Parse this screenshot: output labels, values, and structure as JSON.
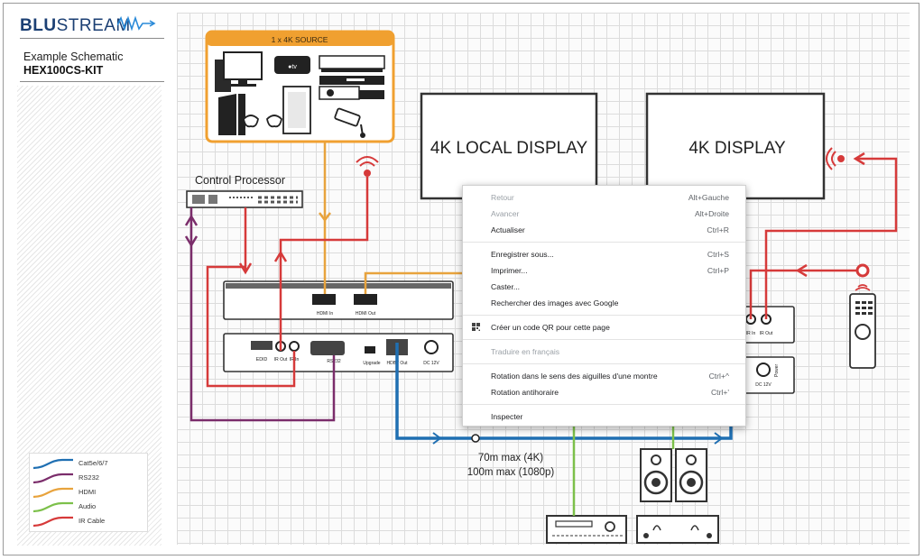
{
  "brand": {
    "logo_bold": "BLU",
    "logo_light": "STREAM"
  },
  "sheet": {
    "subtitle": "Example Schematic",
    "model": "HEX100CS-KIT"
  },
  "legend": [
    {
      "label": "Cat5e/6/7",
      "color": "#1f6fb2"
    },
    {
      "label": "RS232",
      "color": "#7b2d6b"
    },
    {
      "label": "HDMI",
      "color": "#e8a33d"
    },
    {
      "label": "Audio",
      "color": "#7cc04a"
    },
    {
      "label": "IR Cable",
      "color": "#d63a3a"
    }
  ],
  "source_box": {
    "title": "1 x 4K SOURCE",
    "color": "#f0a030"
  },
  "control_processor": {
    "label": "Control Processor"
  },
  "displays": {
    "local": "4K LOCAL DISPLAY",
    "remote": "4K DISPLAY"
  },
  "transmitter": {
    "hdmi_in": "HDMI In",
    "hdmi_out": "HDMI Out",
    "edid": "EDID",
    "ir_out": "IR Out",
    "ir_in": "IR In",
    "rs232": "RS232",
    "upgrade": "Upgrade",
    "hdbt_out": "HDBT Out",
    "dc": "DC 12V"
  },
  "receiver": {
    "ir_in": "IR In",
    "ir_out": "IR Out",
    "dc": "DC 12V",
    "power": "Power"
  },
  "distance": {
    "line1": "70m max (4K)",
    "line2": "100m max (1080p)"
  },
  "context_menu": {
    "items": [
      {
        "label": "Retour",
        "shortcut": "Alt+Gauche",
        "disabled": true
      },
      {
        "label": "Avancer",
        "shortcut": "Alt+Droite",
        "disabled": true
      },
      {
        "label": "Actualiser",
        "shortcut": "Ctrl+R",
        "disabled": false
      },
      {
        "label": "Enregistrer sous...",
        "shortcut": "Ctrl+S",
        "disabled": false
      },
      {
        "label": "Imprimer...",
        "shortcut": "Ctrl+P",
        "disabled": false
      },
      {
        "label": "Caster...",
        "shortcut": "",
        "disabled": false
      },
      {
        "label": "Rechercher des images avec Google",
        "shortcut": "",
        "disabled": false
      },
      {
        "label": "Créer un code QR pour cette page",
        "shortcut": "",
        "disabled": false,
        "icon": "qr-code-icon"
      },
      {
        "label": "Traduire en français",
        "shortcut": "",
        "disabled": true
      },
      {
        "label": "Rotation dans le sens des aiguilles d'une montre",
        "shortcut": "Ctrl+^",
        "disabled": false
      },
      {
        "label": "Rotation antihoraire",
        "shortcut": "Ctrl+'",
        "disabled": false
      },
      {
        "label": "Inspecter",
        "shortcut": "",
        "disabled": false
      }
    ]
  }
}
